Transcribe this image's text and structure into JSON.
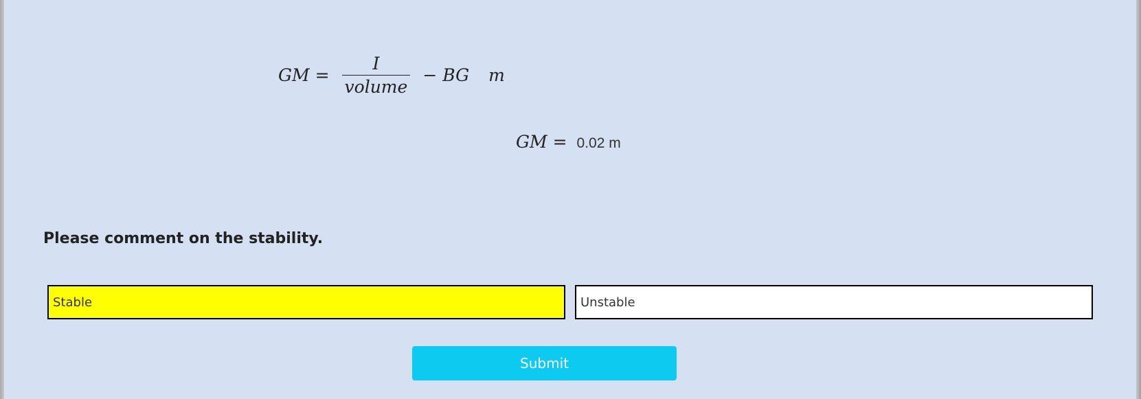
{
  "formula": {
    "lhs": "GM",
    "equals": "=",
    "numerator": "I",
    "denominator": "volume",
    "minus": "−",
    "term": "BG",
    "unit": "m"
  },
  "result": {
    "lhs": "GM",
    "equals": "=",
    "value": "0.02 m"
  },
  "question": "Please comment on the stability.",
  "options": [
    {
      "label": "Stable",
      "selected": true
    },
    {
      "label": "Unstable",
      "selected": false
    }
  ],
  "submit_label": "Submit",
  "colors": {
    "background": "#d5e0f2",
    "selected": "#ffff00",
    "submit": "#0dcaf0"
  }
}
